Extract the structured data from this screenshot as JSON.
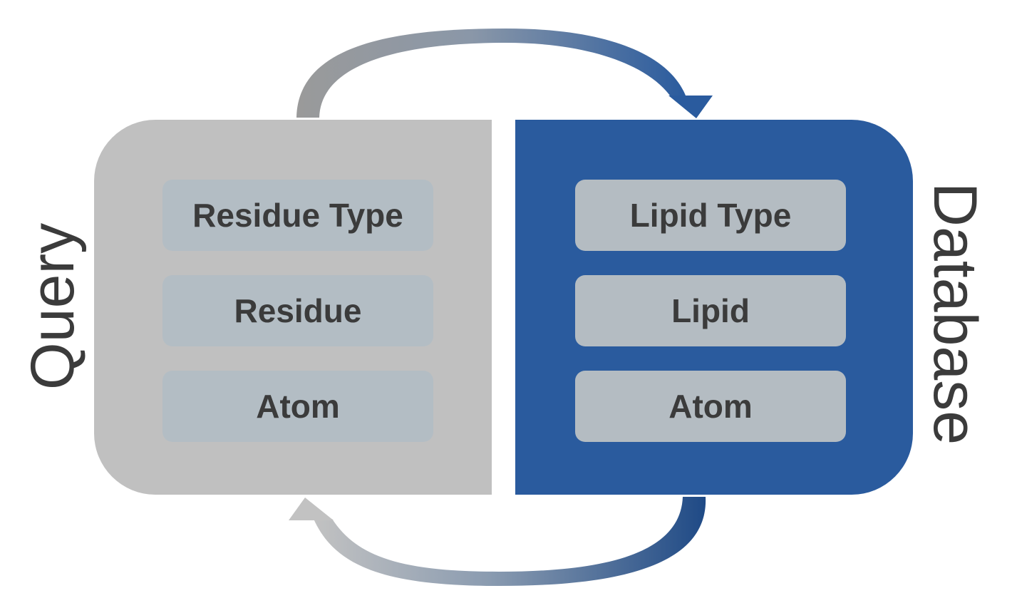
{
  "colors": {
    "query_panel": "#c0c0c0",
    "database_panel": "#2a5b9e",
    "box_fill_query": "#b3bdc4",
    "box_fill_database": "#b4bcc2",
    "box_text": "#3b3b3b",
    "arrow_gray": "#9a9a9a",
    "arrow_blue": "#2a5b9e"
  },
  "query": {
    "label": "Query",
    "items": [
      {
        "label": "Residue Type"
      },
      {
        "label": "Residue"
      },
      {
        "label": "Atom"
      }
    ]
  },
  "database": {
    "label": "Database",
    "items": [
      {
        "label": "Lipid Type"
      },
      {
        "label": "Lipid"
      },
      {
        "label": "Atom"
      }
    ]
  }
}
